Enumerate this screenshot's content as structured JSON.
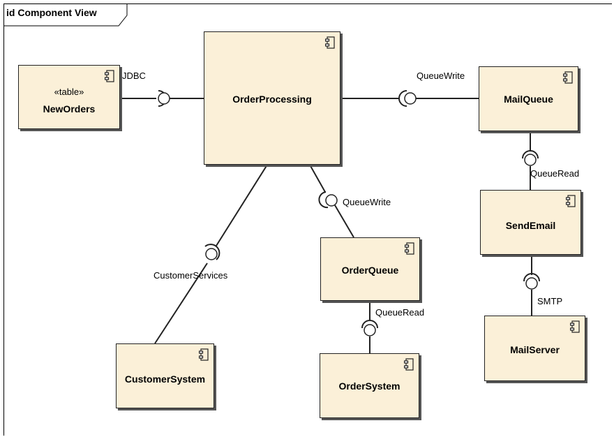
{
  "frame": {
    "title": "id Component View"
  },
  "components": {
    "new_orders": {
      "name": "NewOrders",
      "stereotype": "«table»"
    },
    "order_processing": {
      "name": "OrderProcessing"
    },
    "mail_queue": {
      "name": "MailQueue"
    },
    "send_email": {
      "name": "SendEmail"
    },
    "order_queue": {
      "name": "OrderQueue"
    },
    "customer_system": {
      "name": "CustomerSystem"
    },
    "order_system": {
      "name": "OrderSystem"
    },
    "mail_server": {
      "name": "MailServer"
    }
  },
  "interfaces": {
    "jdbc": "JDBC",
    "queue_write_mail": "QueueWrite",
    "queue_read_mail": "QueueRead",
    "queue_write_order": "QueueWrite",
    "customer_services": "CustomerServices",
    "queue_read_order": "QueueRead",
    "smtp": "SMTP"
  },
  "colors": {
    "component_fill": "#fbf0d8",
    "line": "#222222"
  },
  "icons": {
    "component": "component-icon",
    "provided": "lollipop-icon",
    "required": "socket-icon"
  }
}
